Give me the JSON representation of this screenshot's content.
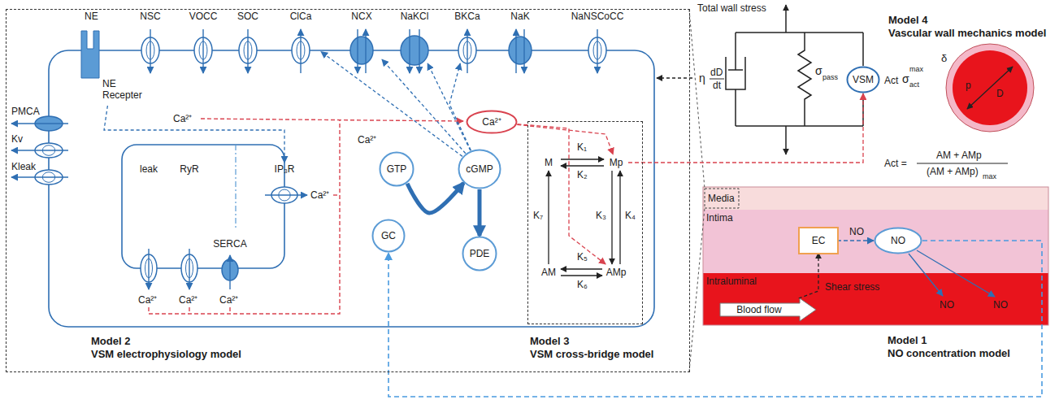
{
  "diagram": {
    "nodes": [
      {
        "text": [
          "Model 2",
          "VSM electrophysiology model"
        ]
      },
      {
        "text": [
          "NE",
          "NE Recepter"
        ],
        "in": 0
      },
      {
        "text": [
          "NSC"
        ],
        "in": 0
      },
      {
        "text": [
          "VOCC"
        ],
        "in": 0
      },
      {
        "text": [
          "SOC"
        ],
        "in": 0
      },
      {
        "text": [
          "ClCa"
        ],
        "in": 0
      },
      {
        "text": [
          "NCX"
        ],
        "in": 0
      },
      {
        "text": [
          "NaKCl"
        ],
        "in": 0
      },
      {
        "text": [
          "BKCa"
        ],
        "in": 0
      },
      {
        "text": [
          "NaK"
        ],
        "in": 0
      },
      {
        "text": [
          "NaNSCoCC"
        ],
        "in": 0
      },
      {
        "text": [
          "PMCA"
        ],
        "in": 0
      },
      {
        "text": [
          "Kv"
        ],
        "in": 0
      },
      {
        "text": [
          "Kleak"
        ],
        "in": 0
      },
      {
        "text": [
          "leak"
        ],
        "in": 0
      },
      {
        "text": [
          "RyR"
        ],
        "in": 0
      },
      {
        "text": [
          "SERCA"
        ],
        "in": 0
      },
      {
        "text": [
          "IP₃R"
        ],
        "in": 0
      },
      {
        "text": [
          "Ca²⁺"
        ],
        "in": 0
      },
      {
        "text": [
          "GTP"
        ],
        "in": 0
      },
      {
        "text": [
          "cGMP"
        ],
        "in": 0
      },
      {
        "text": [
          "GC"
        ],
        "in": 0
      },
      {
        "text": [
          "PDE"
        ],
        "in": 0
      },
      {
        "text": [
          "Model 3",
          "VSM cross-bridge model"
        ],
        "in": 0
      },
      {
        "text": [
          "M"
        ],
        "in": 23
      },
      {
        "text": [
          "Mp"
        ],
        "in": 23
      },
      {
        "text": [
          "AM"
        ],
        "in": 23
      },
      {
        "text": [
          "AMp"
        ],
        "in": 23
      },
      {
        "text": [
          "VSM"
        ]
      },
      {
        "text": [
          "Media"
        ]
      },
      {
        "text": [
          "Intima"
        ]
      },
      {
        "text": [
          "EC"
        ],
        "in": 30
      },
      {
        "text": [
          "NO"
        ],
        "in": 30
      },
      {
        "text": [
          "Intraluminal"
        ]
      },
      {
        "text": [
          "Blood flow"
        ],
        "in": 33
      }
    ],
    "edges": [
      {
        "from": 31,
        "to": 32,
        "arrow": "to",
        "label": "NO"
      },
      {
        "from": 34,
        "to": 31,
        "arrow": "to",
        "label": "Shear stress"
      },
      {
        "from": 32,
        "to": 21,
        "arrow": "to"
      },
      {
        "from": 19,
        "to": 20,
        "arrow": "to"
      },
      {
        "from": 20,
        "to": 22,
        "arrow": "to"
      },
      {
        "from": 20,
        "to": 5,
        "arrow": "to"
      },
      {
        "from": 20,
        "to": 6,
        "arrow": "to"
      },
      {
        "from": 20,
        "to": 7,
        "arrow": "to"
      },
      {
        "from": 20,
        "to": 8,
        "arrow": "to"
      },
      {
        "from": 18,
        "to": 25,
        "arrow": "to"
      },
      {
        "from": 18,
        "to": 27,
        "arrow": "to"
      },
      {
        "from": 24,
        "to": 25,
        "arrow": "to",
        "label": "K₁"
      },
      {
        "from": 25,
        "to": 24,
        "arrow": "to",
        "label": "K₂"
      },
      {
        "from": 25,
        "to": 27,
        "arrow": "to",
        "label": "K₃"
      },
      {
        "from": 27,
        "to": 25,
        "arrow": "to",
        "label": "K₄"
      },
      {
        "from": 27,
        "to": 26,
        "arrow": "to",
        "label": "K₅"
      },
      {
        "from": 26,
        "to": 27,
        "arrow": "to",
        "label": "K₆"
      },
      {
        "from": 26,
        "to": 24,
        "arrow": "to",
        "label": "K₇"
      },
      {
        "from": 25,
        "to": 28,
        "arrow": "to"
      },
      {
        "from": 1,
        "to": 17,
        "arrow": "to"
      }
    ],
    "labels": [
      "Total wall stress",
      "Model 4",
      "Vascular wall mechanics model",
      "η",
      "dD",
      "dt",
      "σ",
      "pass",
      "Act",
      "σ",
      "max",
      "act",
      "δ",
      "D",
      "p",
      "Act =",
      "AM + AMp",
      "(AM + AMp)",
      "max",
      "Ca²⁺",
      "Ca²⁺",
      "Ca²⁺",
      "Ca²⁺",
      "Ca²⁺",
      "Ca²⁺",
      "NO",
      "NO",
      "Model 1",
      "NO concentration model"
    ]
  }
}
